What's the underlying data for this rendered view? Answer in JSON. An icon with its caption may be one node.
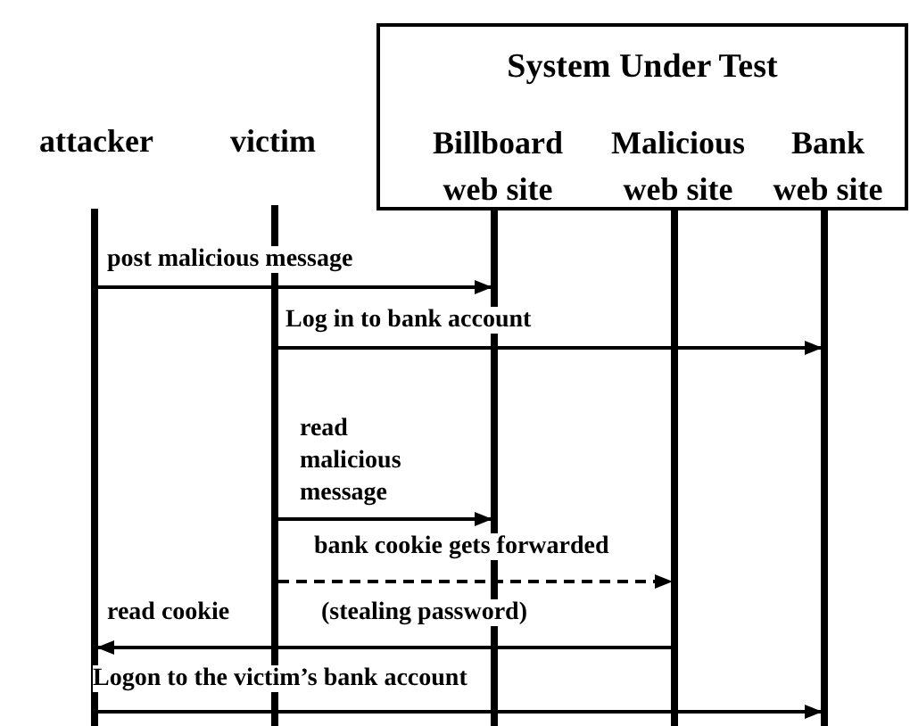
{
  "diagram": {
    "nodes": [
      {
        "text": [
          "System Under Test"
        ]
      },
      {
        "text": [
          "Billboard web site"
        ],
        "in": 0
      },
      {
        "text": [
          "Malicious web site"
        ],
        "in": 0
      },
      {
        "text": [
          "Bank web site"
        ],
        "in": 0
      },
      {
        "text": [
          "attacker"
        ]
      },
      {
        "text": [
          "victim"
        ]
      },
      {
        "text": [],
        "shape": "bar"
      },
      {
        "text": [],
        "shape": "bar"
      },
      {
        "text": [],
        "shape": "bar"
      },
      {
        "text": [],
        "shape": "bar"
      },
      {
        "text": [],
        "shape": "bar"
      }
    ],
    "edges": [
      {
        "from": 6,
        "to": 8,
        "arrow": "to",
        "label": "post malicious message"
      },
      {
        "from": 7,
        "to": 10,
        "arrow": "to",
        "label": "Log in to bank account"
      },
      {
        "from": 7,
        "to": 8,
        "arrow": "to",
        "label": "read malicious message"
      },
      {
        "from": 7,
        "to": 9,
        "arrow": "to",
        "label": "bank cookie gets forwarded",
        "style": "dashed"
      },
      {
        "from": 9,
        "to": 6,
        "arrow": "to",
        "label": "read cookie"
      },
      {
        "from": 6,
        "to": 10,
        "arrow": "to",
        "label": "Logon to the victim’s bank account"
      }
    ],
    "labels": [
      "(stealing password)"
    ]
  }
}
